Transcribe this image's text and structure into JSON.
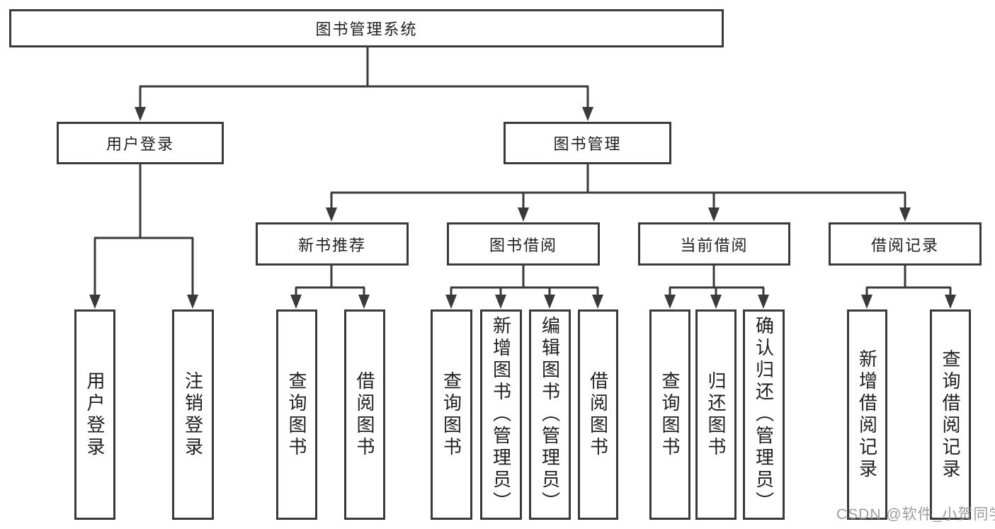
{
  "diagram": {
    "type": "hierarchy-tree",
    "tree": {
      "label": "图书管理系统",
      "children": [
        {
          "label": "用户登录",
          "children": [
            {
              "label": "用户登录"
            },
            {
              "label": "注销登录"
            }
          ]
        },
        {
          "label": "图书管理",
          "children": [
            {
              "label": "新书推荐",
              "children": [
                {
                  "label": "查询图书"
                },
                {
                  "label": "借阅图书"
                }
              ]
            },
            {
              "label": "图书借阅",
              "children": [
                {
                  "label": "查询图书"
                },
                {
                  "label": "新增图书（管理员）"
                },
                {
                  "label": "编辑图书（管理员）"
                },
                {
                  "label": "借阅图书"
                }
              ]
            },
            {
              "label": "当前借阅",
              "children": [
                {
                  "label": "查询图书"
                },
                {
                  "label": "归还图书"
                },
                {
                  "label": "确认归还（管理员）"
                }
              ]
            },
            {
              "label": "借阅记录",
              "children": [
                {
                  "label": "新增借阅记录"
                },
                {
                  "label": "查询借阅记录"
                }
              ]
            }
          ]
        }
      ]
    },
    "watermark": "CSDN @软件_小贺同学",
    "colors": {
      "line": "#3a3a3a",
      "text": "#1f1f1f",
      "background": "#ffffff",
      "watermark": "#919191"
    }
  }
}
